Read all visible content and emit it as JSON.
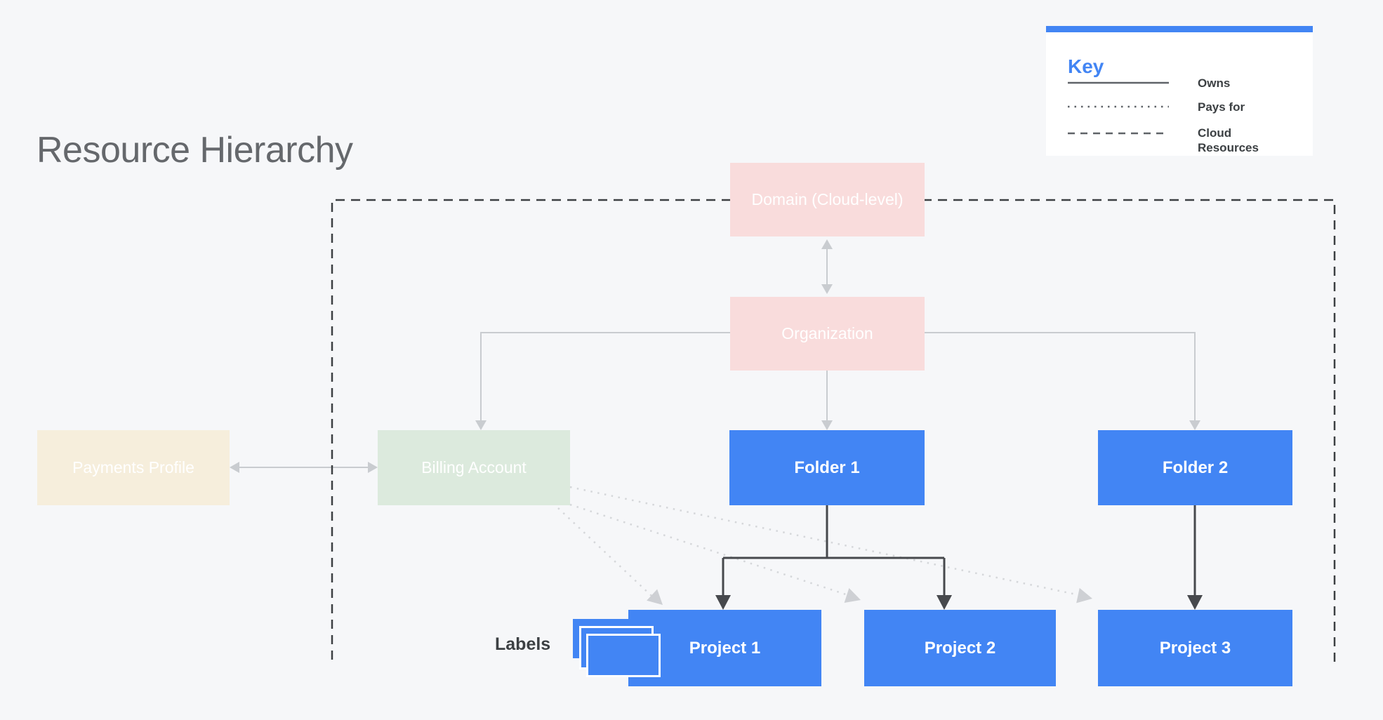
{
  "title": "Resource Hierarchy",
  "legend": {
    "heading": "Key",
    "items": [
      {
        "line_style": "solid",
        "label": "Owns"
      },
      {
        "line_style": "dotted",
        "label": "Pays for"
      },
      {
        "line_style": "dashed",
        "label": "Cloud Resources"
      }
    ]
  },
  "nodes": {
    "domain": {
      "label": "Domain (Cloud-level)",
      "fill": "#f9dcdc"
    },
    "organization": {
      "label": "Organization",
      "fill": "#f9dcdc"
    },
    "payments_profile": {
      "label": "Payments Profile",
      "fill": "#f6eedc"
    },
    "billing_account": {
      "label": "Billing Account",
      "fill": "#dceadd"
    },
    "folder_1": {
      "label": "Folder 1",
      "fill": "#4285f4"
    },
    "folder_2": {
      "label": "Folder 2",
      "fill": "#4285f4"
    },
    "project_1": {
      "label": "Project 1",
      "fill": "#4285f4"
    },
    "project_2": {
      "label": "Project 2",
      "fill": "#4285f4"
    },
    "project_3": {
      "label": "Project 3",
      "fill": "#4285f4"
    }
  },
  "annotations": {
    "labels_caption": "Labels"
  },
  "colors": {
    "background": "#f6f7f9",
    "accent_blue": "#4285f4",
    "pastel_pink": "#f9dcdc",
    "pastel_green": "#dceadd",
    "pastel_cream": "#f6eedc",
    "title_gray": "#65686c",
    "dark_text": "#3c4043",
    "owns_line_gray": "#c9ccd0",
    "pays_for_dotted_gray": "#d5d7da",
    "boundary_dashed_dark": "#3c4043",
    "folder_link_dark": "#47494d"
  }
}
